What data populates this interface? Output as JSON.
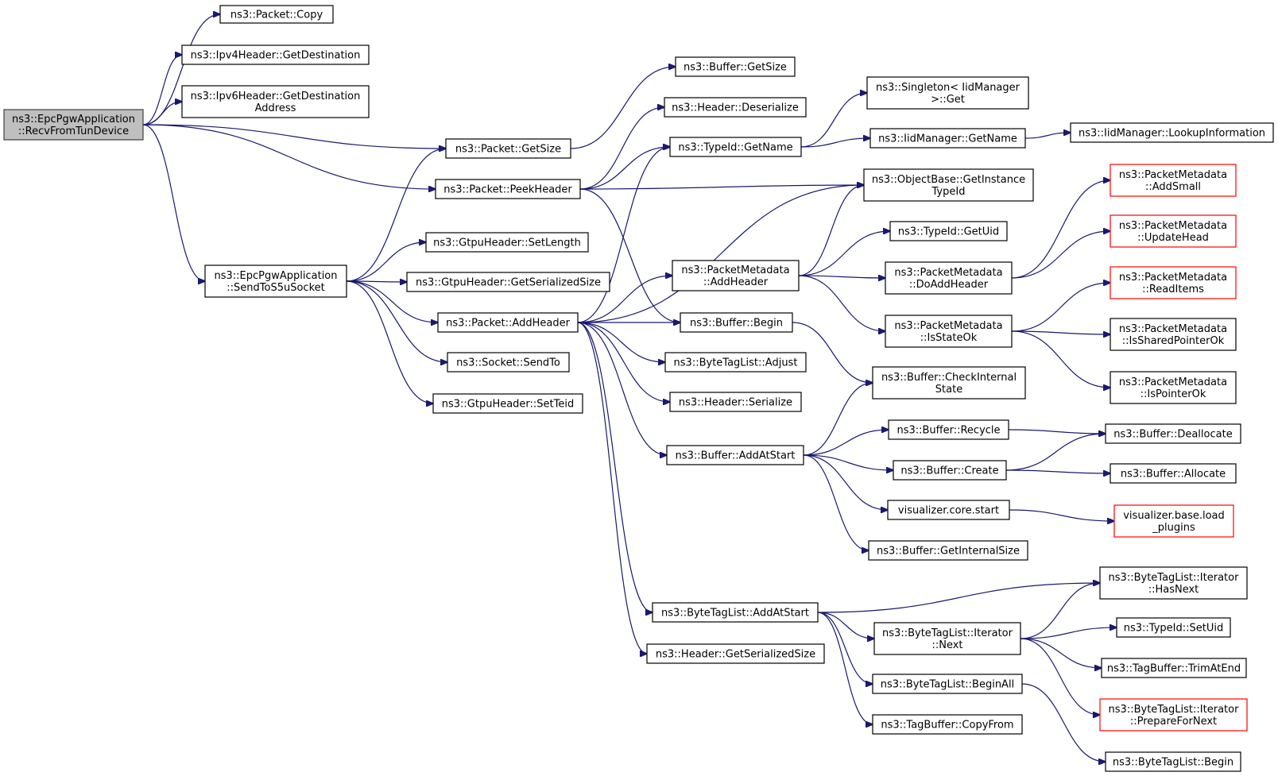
{
  "colors": {
    "edge": "#191970",
    "root_fill": "#bfbfbf",
    "node_fill": "#ffffff",
    "truncated_border": "#ff0000"
  },
  "nodes": [
    {
      "id": "recv",
      "lines": [
        "ns3::EpcPgwApplication",
        "::RecvFromTunDevice"
      ],
      "style": "root"
    },
    {
      "id": "pcopy",
      "lines": [
        "ns3::Packet::Copy"
      ]
    },
    {
      "id": "ipv4dest",
      "lines": [
        "ns3::Ipv4Header::GetDestination"
      ]
    },
    {
      "id": "ipv6dest",
      "lines": [
        "ns3::Ipv6Header::GetDestination",
        "Address"
      ]
    },
    {
      "id": "pgetsize",
      "lines": [
        "ns3::Packet::GetSize"
      ]
    },
    {
      "id": "ppeek",
      "lines": [
        "ns3::Packet::PeekHeader"
      ]
    },
    {
      "id": "sends5u",
      "lines": [
        "ns3::EpcPgwApplication",
        "::SendToS5uSocket"
      ]
    },
    {
      "id": "gtpsetlen",
      "lines": [
        "ns3::GtpuHeader::SetLength"
      ]
    },
    {
      "id": "gtpgetser",
      "lines": [
        "ns3::GtpuHeader::GetSerializedSize"
      ]
    },
    {
      "id": "paddheader",
      "lines": [
        "ns3::Packet::AddHeader"
      ]
    },
    {
      "id": "socksend",
      "lines": [
        "ns3::Socket::SendTo"
      ]
    },
    {
      "id": "gtpsetteid",
      "lines": [
        "ns3::GtpuHeader::SetTeid"
      ]
    },
    {
      "id": "bgetsize",
      "lines": [
        "ns3::Buffer::GetSize"
      ]
    },
    {
      "id": "hdeser",
      "lines": [
        "ns3::Header::Deserialize"
      ]
    },
    {
      "id": "tidname",
      "lines": [
        "ns3::TypeId::GetName"
      ]
    },
    {
      "id": "pmaddheader",
      "lines": [
        "ns3::PacketMetadata",
        "::AddHeader"
      ]
    },
    {
      "id": "bbegin",
      "lines": [
        "ns3::Buffer::Begin"
      ]
    },
    {
      "id": "btladjust",
      "lines": [
        "ns3::ByteTagList::Adjust"
      ]
    },
    {
      "id": "hser",
      "lines": [
        "ns3::Header::Serialize"
      ]
    },
    {
      "id": "baddstart",
      "lines": [
        "ns3::Buffer::AddAtStart"
      ]
    },
    {
      "id": "btladdstart",
      "lines": [
        "ns3::ByteTagList::AddAtStart"
      ]
    },
    {
      "id": "hgetser",
      "lines": [
        "ns3::Header::GetSerializedSize"
      ]
    },
    {
      "id": "singleton",
      "lines": [
        "ns3::Singleton< IidManager",
        ">::Get"
      ]
    },
    {
      "id": "iidgetname",
      "lines": [
        "ns3::IidManager::GetName"
      ]
    },
    {
      "id": "iidlookup",
      "lines": [
        "ns3::IidManager::LookupInformation"
      ]
    },
    {
      "id": "objgettid",
      "lines": [
        "ns3::ObjectBase::GetInstance",
        "TypeId"
      ]
    },
    {
      "id": "tidgetuid",
      "lines": [
        "ns3::TypeId::GetUid"
      ]
    },
    {
      "id": "pmdoadd",
      "lines": [
        "ns3::PacketMetadata",
        "::DoAddHeader"
      ]
    },
    {
      "id": "pmstateok",
      "lines": [
        "ns3::PacketMetadata",
        "::IsStateOk"
      ]
    },
    {
      "id": "pmaddsmall",
      "lines": [
        "ns3::PacketMetadata",
        "::AddSmall"
      ],
      "style": "red"
    },
    {
      "id": "pmupdatehead",
      "lines": [
        "ns3::PacketMetadata",
        "::UpdateHead"
      ],
      "style": "red"
    },
    {
      "id": "pmreaditems",
      "lines": [
        "ns3::PacketMetadata",
        "::ReadItems"
      ],
      "style": "red"
    },
    {
      "id": "pmsharedok",
      "lines": [
        "ns3::PacketMetadata",
        "::IsSharedPointerOk"
      ]
    },
    {
      "id": "pmpointerok",
      "lines": [
        "ns3::PacketMetadata",
        "::IsPointerOk"
      ]
    },
    {
      "id": "bcheck",
      "lines": [
        "ns3::Buffer::CheckInternal",
        "State"
      ]
    },
    {
      "id": "brecycle",
      "lines": [
        "ns3::Buffer::Recycle"
      ]
    },
    {
      "id": "bcreate",
      "lines": [
        "ns3::Buffer::Create"
      ]
    },
    {
      "id": "vizstart",
      "lines": [
        "visualizer.core.start"
      ]
    },
    {
      "id": "bgetinternal",
      "lines": [
        "ns3::Buffer::GetInternalSize"
      ]
    },
    {
      "id": "bdealloc",
      "lines": [
        "ns3::Buffer::Deallocate"
      ]
    },
    {
      "id": "balloc",
      "lines": [
        "ns3::Buffer::Allocate"
      ]
    },
    {
      "id": "vizload",
      "lines": [
        "visualizer.base.load",
        "_plugins"
      ],
      "style": "red"
    },
    {
      "id": "btlhasnext",
      "lines": [
        "ns3::ByteTagList::Iterator",
        "::HasNext"
      ]
    },
    {
      "id": "btlnext",
      "lines": [
        "ns3::ByteTagList::Iterator",
        "::Next"
      ]
    },
    {
      "id": "btlbeginall",
      "lines": [
        "ns3::ByteTagList::BeginAll"
      ]
    },
    {
      "id": "tbcopy",
      "lines": [
        "ns3::TagBuffer::CopyFrom"
      ]
    },
    {
      "id": "tidsetuid",
      "lines": [
        "ns3::TypeId::SetUid"
      ]
    },
    {
      "id": "tbtrim",
      "lines": [
        "ns3::TagBuffer::TrimAtEnd"
      ]
    },
    {
      "id": "btlprepare",
      "lines": [
        "ns3::ByteTagList::Iterator",
        "::PrepareForNext"
      ],
      "style": "red"
    },
    {
      "id": "btlbegin",
      "lines": [
        "ns3::ByteTagList::Begin"
      ]
    }
  ],
  "edges": [
    [
      "recv",
      "pcopy"
    ],
    [
      "recv",
      "ipv4dest"
    ],
    [
      "recv",
      "ipv6dest"
    ],
    [
      "recv",
      "pgetsize"
    ],
    [
      "recv",
      "ppeek"
    ],
    [
      "recv",
      "sends5u"
    ],
    [
      "sends5u",
      "pgetsize"
    ],
    [
      "sends5u",
      "gtpsetlen"
    ],
    [
      "sends5u",
      "gtpgetser"
    ],
    [
      "sends5u",
      "paddheader"
    ],
    [
      "sends5u",
      "socksend"
    ],
    [
      "sends5u",
      "gtpsetteid"
    ],
    [
      "pgetsize",
      "bgetsize"
    ],
    [
      "ppeek",
      "hdeser"
    ],
    [
      "ppeek",
      "tidname"
    ],
    [
      "ppeek",
      "objgettid"
    ],
    [
      "ppeek",
      "bbegin"
    ],
    [
      "paddheader",
      "tidname"
    ],
    [
      "paddheader",
      "objgettid"
    ],
    [
      "paddheader",
      "pmaddheader"
    ],
    [
      "paddheader",
      "bbegin"
    ],
    [
      "paddheader",
      "btladjust"
    ],
    [
      "paddheader",
      "hser"
    ],
    [
      "paddheader",
      "baddstart"
    ],
    [
      "paddheader",
      "btladdstart"
    ],
    [
      "paddheader",
      "hgetser"
    ],
    [
      "tidname",
      "singleton"
    ],
    [
      "tidname",
      "iidgetname"
    ],
    [
      "iidgetname",
      "iidlookup"
    ],
    [
      "pmaddheader",
      "objgettid"
    ],
    [
      "pmaddheader",
      "tidgetuid"
    ],
    [
      "pmaddheader",
      "pmdoadd"
    ],
    [
      "pmaddheader",
      "pmstateok"
    ],
    [
      "pmdoadd",
      "pmaddsmall"
    ],
    [
      "pmdoadd",
      "pmupdatehead"
    ],
    [
      "pmstateok",
      "pmreaditems"
    ],
    [
      "pmstateok",
      "pmsharedok"
    ],
    [
      "pmstateok",
      "pmpointerok"
    ],
    [
      "bbegin",
      "bcheck"
    ],
    [
      "baddstart",
      "bcheck"
    ],
    [
      "baddstart",
      "brecycle"
    ],
    [
      "baddstart",
      "bcreate"
    ],
    [
      "baddstart",
      "vizstart"
    ],
    [
      "baddstart",
      "bgetinternal"
    ],
    [
      "brecycle",
      "bdealloc"
    ],
    [
      "bcreate",
      "bdealloc"
    ],
    [
      "bcreate",
      "balloc"
    ],
    [
      "vizstart",
      "vizload"
    ],
    [
      "btladdstart",
      "btlhasnext"
    ],
    [
      "btladdstart",
      "btlnext"
    ],
    [
      "btladdstart",
      "btlbeginall"
    ],
    [
      "btladdstart",
      "tbcopy"
    ],
    [
      "btlnext",
      "btlhasnext"
    ],
    [
      "btlnext",
      "tidsetuid"
    ],
    [
      "btlnext",
      "tbtrim"
    ],
    [
      "btlnext",
      "btlprepare"
    ],
    [
      "btlbeginall",
      "btlbegin"
    ]
  ]
}
